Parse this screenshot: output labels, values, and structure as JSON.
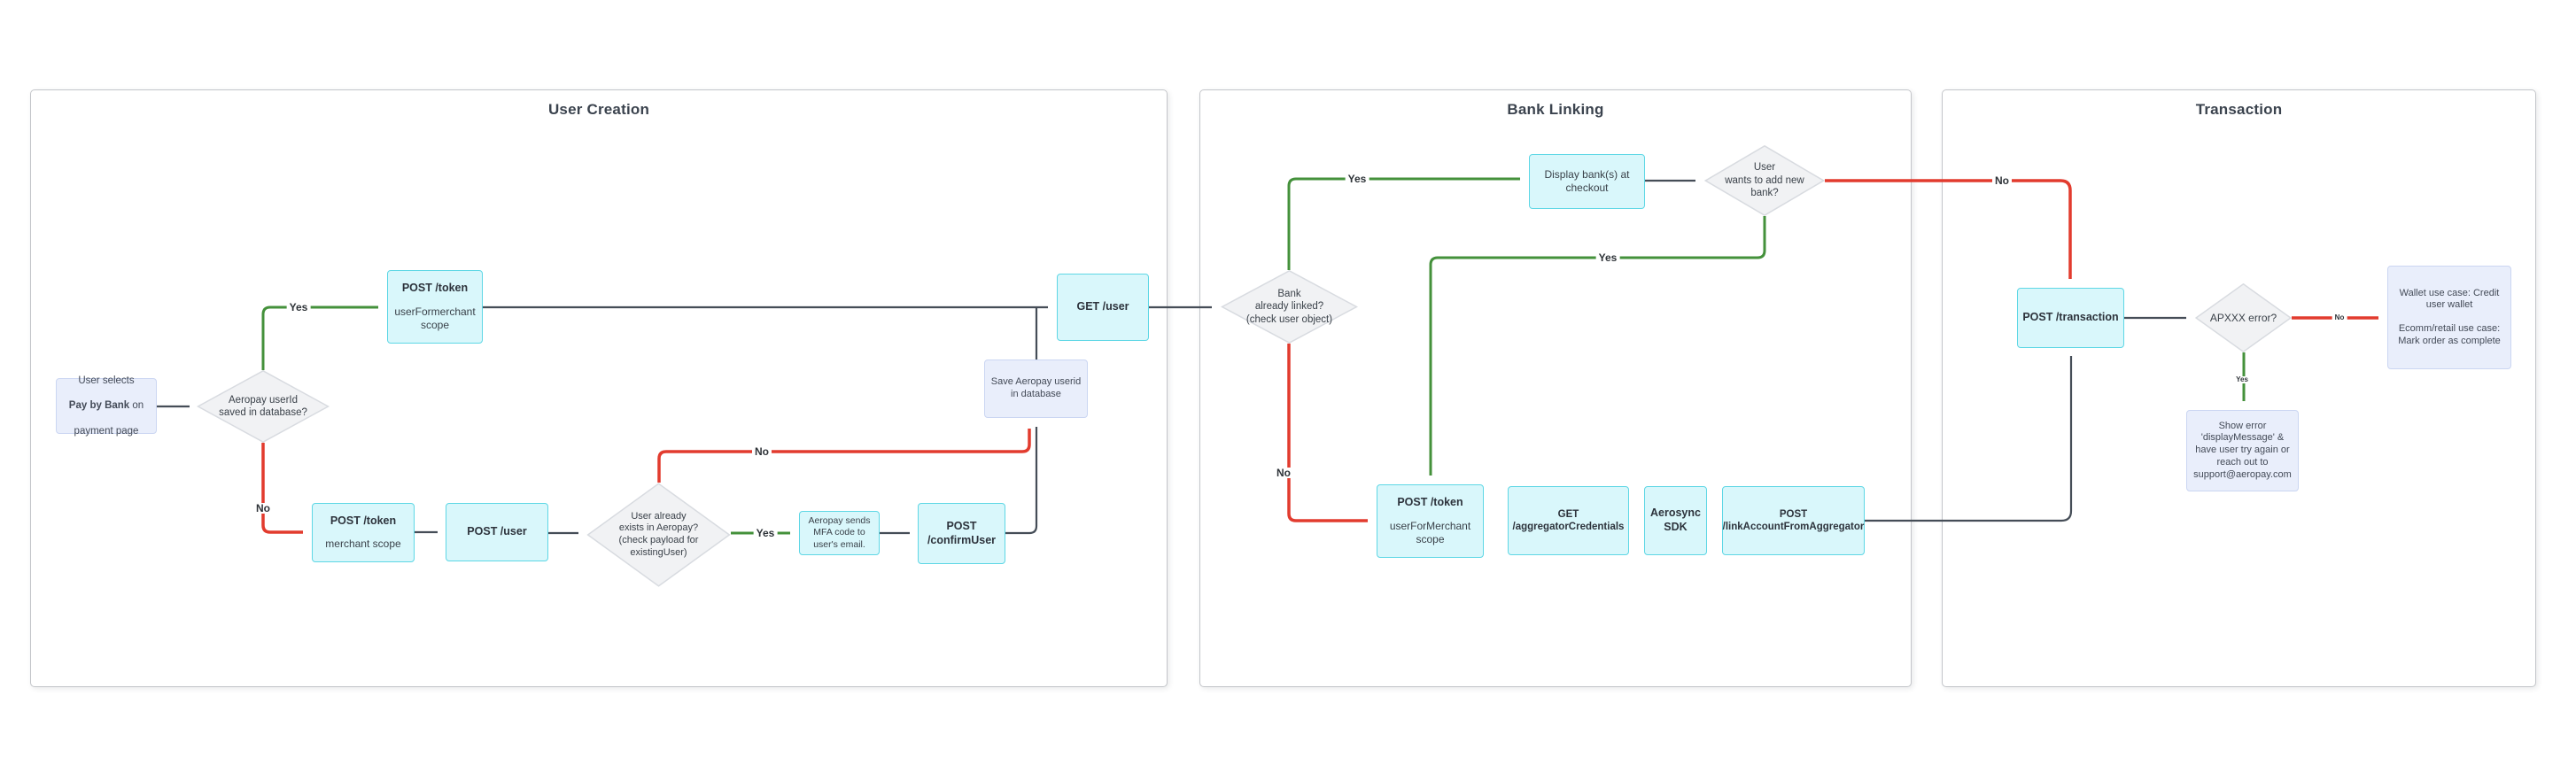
{
  "sections": [
    {
      "title": "User Creation"
    },
    {
      "title": "Bank Linking"
    },
    {
      "title": "Transaction"
    }
  ],
  "edge_labels": {
    "yes": "Yes",
    "no": "No"
  },
  "nodes": {
    "user_selects": {
      "l1": "User selects",
      "l2b": "Pay by Bank",
      "l2r": " on",
      "l3": "payment page"
    },
    "userid_saved": {
      "text": "Aeropay userId\nsaved in database?"
    },
    "post_token_user_scope": {
      "title": "POST /token",
      "sub": "userFormerchant\nscope"
    },
    "get_user": {
      "title": "GET /user"
    },
    "save_userid": {
      "text": "Save Aeropay userid\nin database"
    },
    "post_token_merchant": {
      "title": "POST /token",
      "sub": "merchant scope"
    },
    "post_user": {
      "title": "POST /user"
    },
    "user_exists": {
      "text": "User already\nexists in Aeropay?\n(check payload for\nexistingUser)"
    },
    "mfa": {
      "text": "Aeropay sends\nMFA code to\nuser's email."
    },
    "confirm_user": {
      "title": "POST\n/confirmUser"
    },
    "bank_linked": {
      "text": "Bank\nalready linked?\n(check user object)"
    },
    "display_banks": {
      "text": "Display bank(s) at\ncheckout"
    },
    "wants_new_bank": {
      "text": "User\nwants to add new\nbank?"
    },
    "post_token_ufm": {
      "title": "POST /token",
      "sub": "userForMerchant\nscope"
    },
    "get_aggregator": {
      "title": "GET\n/aggregatorCredentials"
    },
    "aerosync": {
      "title": "Aerosync\nSDK"
    },
    "link_account": {
      "title": "POST\n/linkAccountFromAggregator"
    },
    "post_transaction": {
      "title": "POST /transaction"
    },
    "apxxx": {
      "text": "APXXX error?"
    },
    "wallet": {
      "p1": "Wallet use case: Credit\nuser wallet",
      "p2": "Ecomm/retail use case:\nMark order as complete"
    },
    "show_error": {
      "text": "Show error\n'displayMessage' &\nhave user try again or\nreach out to\nsupport@aeropay.com"
    }
  },
  "colors": {
    "process_fill": "#D9F7FB",
    "process_border": "#5ED7E5",
    "note_fill": "#E9EEFB",
    "note_border": "#CBD6F2",
    "decision_fill": "#F1F2F4",
    "decision_border": "#D8DBE0",
    "edge_default": "#454D57",
    "edge_yes": "#44913B",
    "edge_no": "#E23B2E"
  }
}
